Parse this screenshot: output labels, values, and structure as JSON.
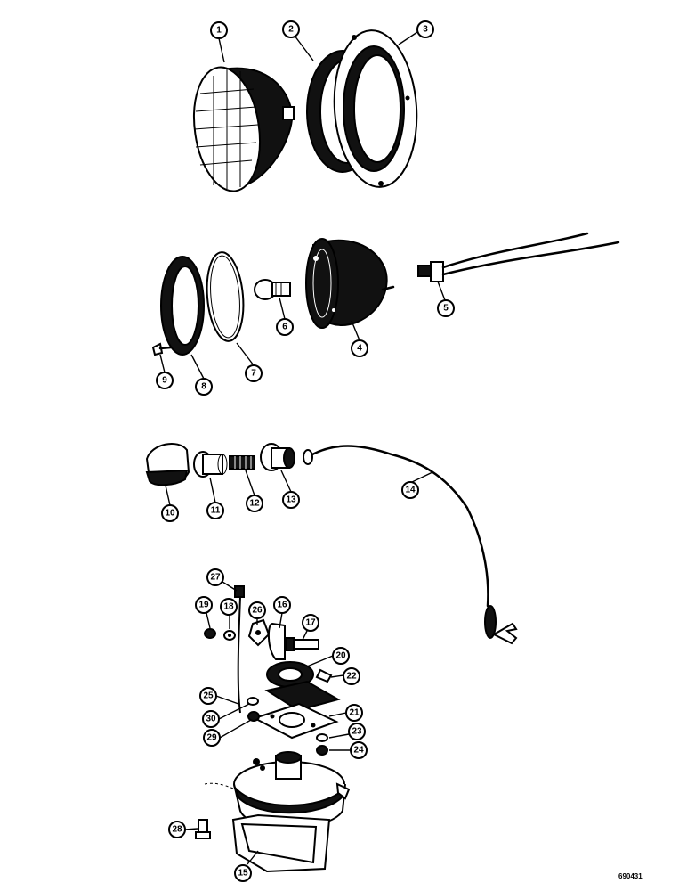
{
  "callouts": {
    "c1": "1",
    "c2": "2",
    "c3": "3",
    "c4": "4",
    "c5": "5",
    "c6": "6",
    "c7": "7",
    "c8": "8",
    "c9": "9",
    "c10": "10",
    "c11": "11",
    "c12": "12",
    "c13": "13",
    "c14": "14",
    "c15": "15",
    "c16": "16",
    "c17": "17",
    "c18": "18",
    "c19": "19",
    "c20": "20",
    "c21": "21",
    "c22": "22",
    "c23": "23",
    "c24": "24",
    "c25": "25",
    "c26": "26",
    "c27": "27",
    "c28": "28",
    "c29": "29",
    "c30": "30"
  },
  "drawing_code": "690431"
}
